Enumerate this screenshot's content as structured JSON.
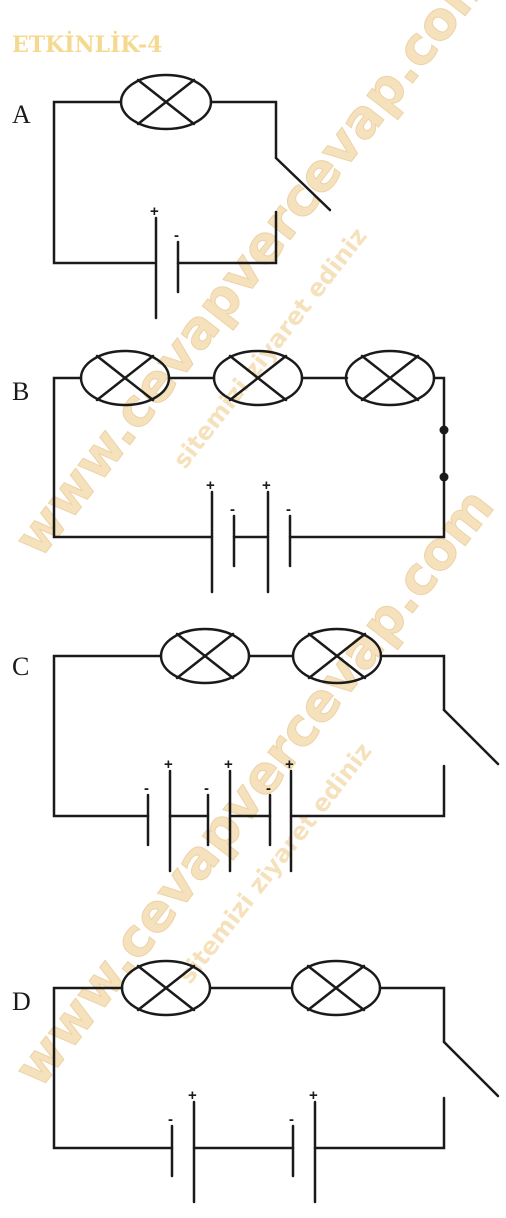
{
  "title": "ETKİNLİK-4",
  "colors": {
    "title": "#F5D98E",
    "line": "#1A1A1A",
    "watermark": "#F2D7A6"
  },
  "watermark": {
    "main": "www.cevapvercevap.com",
    "sub": "sitemizi ziyaret ediniz"
  },
  "signs": {
    "plus": "+",
    "minus": "-"
  },
  "circuits": [
    {
      "label": "A",
      "lamps": 1,
      "cells": 1,
      "switch": "open"
    },
    {
      "label": "B",
      "lamps": 3,
      "cells": 2,
      "switch": "closed"
    },
    {
      "label": "C",
      "lamps": 2,
      "cells": 3,
      "switch": "open"
    },
    {
      "label": "D",
      "lamps": 2,
      "cells": 2,
      "switch": "open"
    }
  ]
}
